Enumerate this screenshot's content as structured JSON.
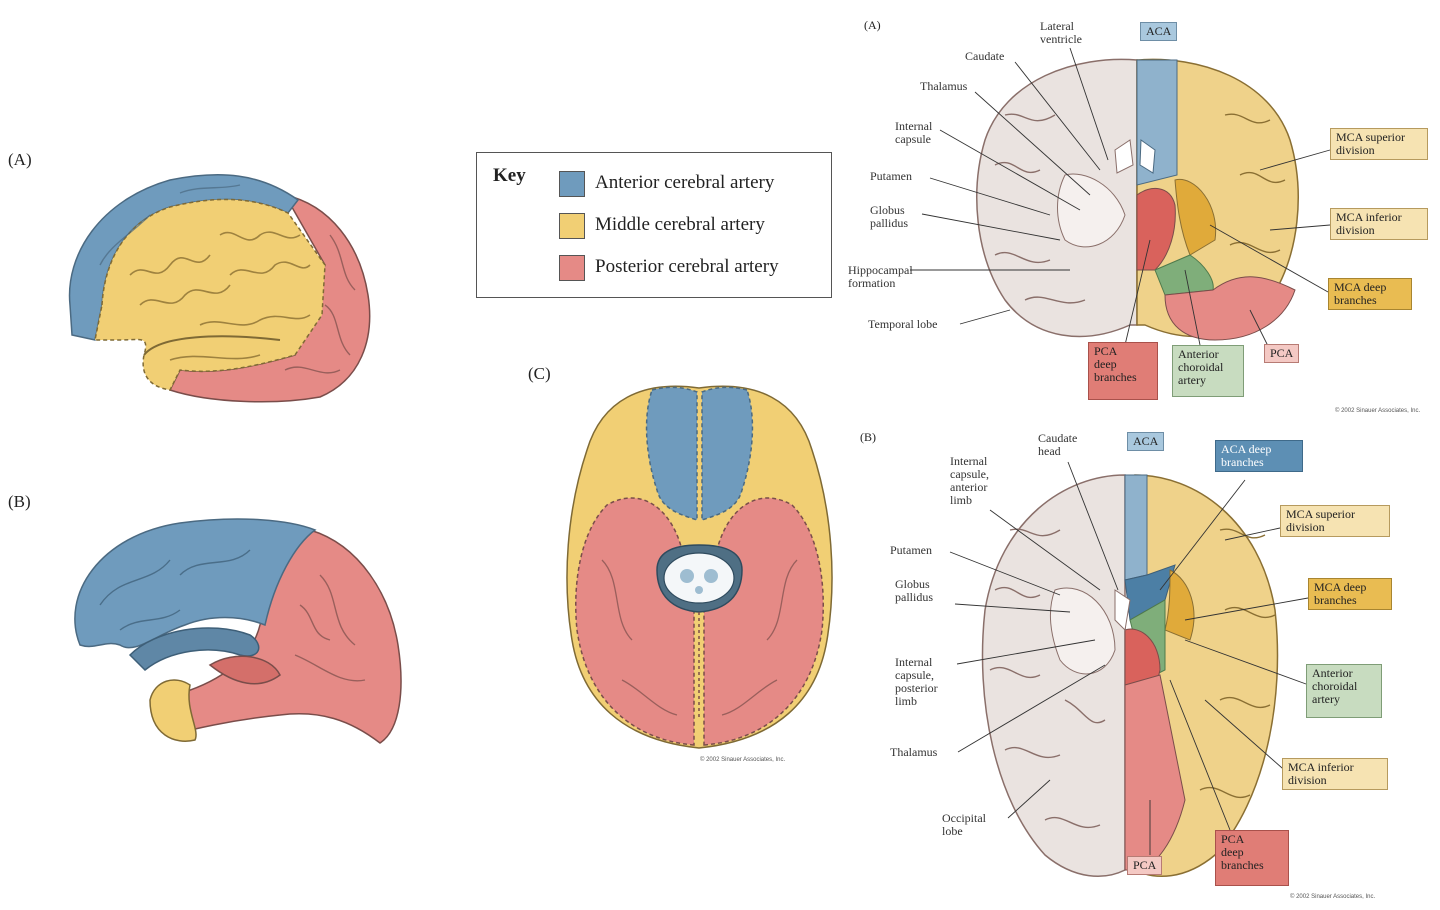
{
  "panels": {
    "lateral": "(A)",
    "medial": "(B)",
    "ventral": "(C)",
    "coronal": "(A)",
    "axial": "(B)"
  },
  "key": {
    "title": "Key",
    "items": [
      {
        "label": "Anterior cerebral artery",
        "color": "#6f9bbd"
      },
      {
        "label": "Middle cerebral artery",
        "color": "#f1cf74"
      },
      {
        "label": "Posterior cerebral artery",
        "color": "#e58a86"
      }
    ]
  },
  "coronal": {
    "left_labels": {
      "lateral_ventricle": "Lateral\nventricle",
      "caudate": "Caudate",
      "thalamus": "Thalamus",
      "internal_capsule": "Internal\ncapsule",
      "putamen": "Putamen",
      "globus_pallidus": "Globus\npallidus",
      "hippocampal_formation": "Hippocampal\nformation",
      "temporal_lobe": "Temporal lobe"
    },
    "boxes": {
      "aca": "ACA",
      "mca_superior": "MCA superior\ndivision",
      "mca_inferior": "MCA inferior\ndivision",
      "mca_deep": "MCA deep\nbranches",
      "pca": "PCA",
      "pca_deep": "PCA\ndeep\nbranches",
      "anterior_choroidal": "Anterior\nchoroidal\nartery"
    }
  },
  "axial": {
    "left_labels": {
      "caudate_head": "Caudate\nhead",
      "internal_capsule_anterior": "Internal\ncapsule,\nanterior\nlimb",
      "putamen": "Putamen",
      "globus_pallidus": "Globus\npallidus",
      "internal_capsule_posterior": "Internal\ncapsule,\nposterior\nlimb",
      "thalamus": "Thalamus",
      "occipital_lobe": "Occipital\nlobe"
    },
    "boxes": {
      "aca": "ACA",
      "aca_deep": "ACA deep\nbranches",
      "mca_superior": "MCA superior\ndivision",
      "mca_deep": "MCA deep\nbranches",
      "anterior_choroidal": "Anterior\nchoroidal\nartery",
      "mca_inferior": "MCA inferior\ndivision",
      "pca": "PCA",
      "pca_deep": "PCA\ndeep\nbranches"
    }
  },
  "copyright": {
    "ventral": "© 2002 Sinauer Associates, Inc.",
    "coronal": "© 2002 Sinauer Associates, Inc.",
    "axial": "© 2002 Sinauer Associates, Inc."
  }
}
